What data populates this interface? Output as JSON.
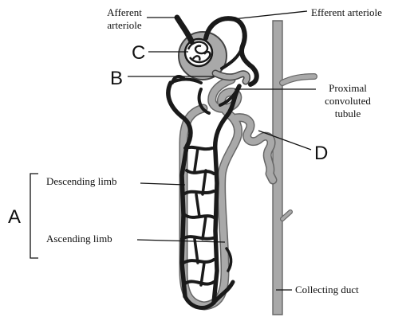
{
  "labels": {
    "afferent_line1": "Afferent",
    "afferent_line2": "arteriole",
    "efferent": "Efferent arteriole",
    "pct_line1": "Proximal",
    "pct_line2": "convoluted",
    "pct_line3": "tubule",
    "descending": "Descending limb",
    "ascending": "Ascending limb",
    "collecting": "Collecting duct"
  },
  "letters": {
    "a": "A",
    "b": "B",
    "c": "C",
    "d": "D"
  },
  "colors": {
    "vessel": "#1a1a1a",
    "tubule": "#a9a9a9",
    "tubule_outline": "#666666",
    "background": "#ffffff"
  }
}
